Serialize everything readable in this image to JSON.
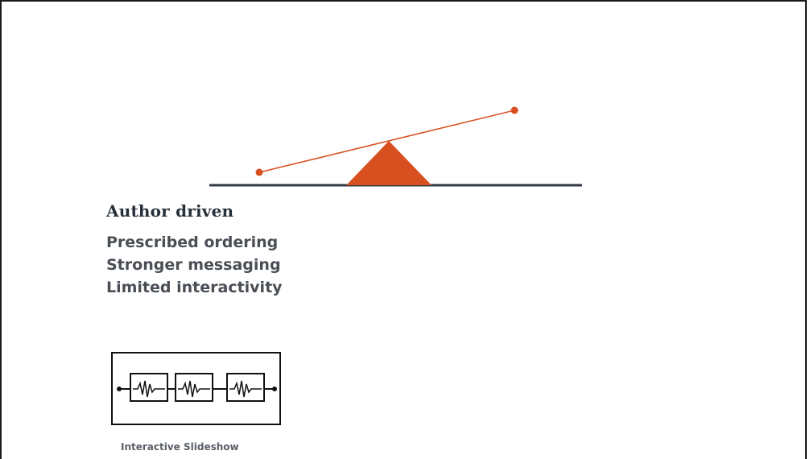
{
  "heading": "Author driven",
  "points": [
    "Prescribed ordering",
    "Stronger messaging",
    "Limited interactivity"
  ],
  "figure": {
    "caption": "Interactive Slideshow"
  },
  "colors": {
    "accent": "#d84f20",
    "baseline": "#333a40",
    "heading": "#26303a",
    "text": "#4a4f55"
  }
}
